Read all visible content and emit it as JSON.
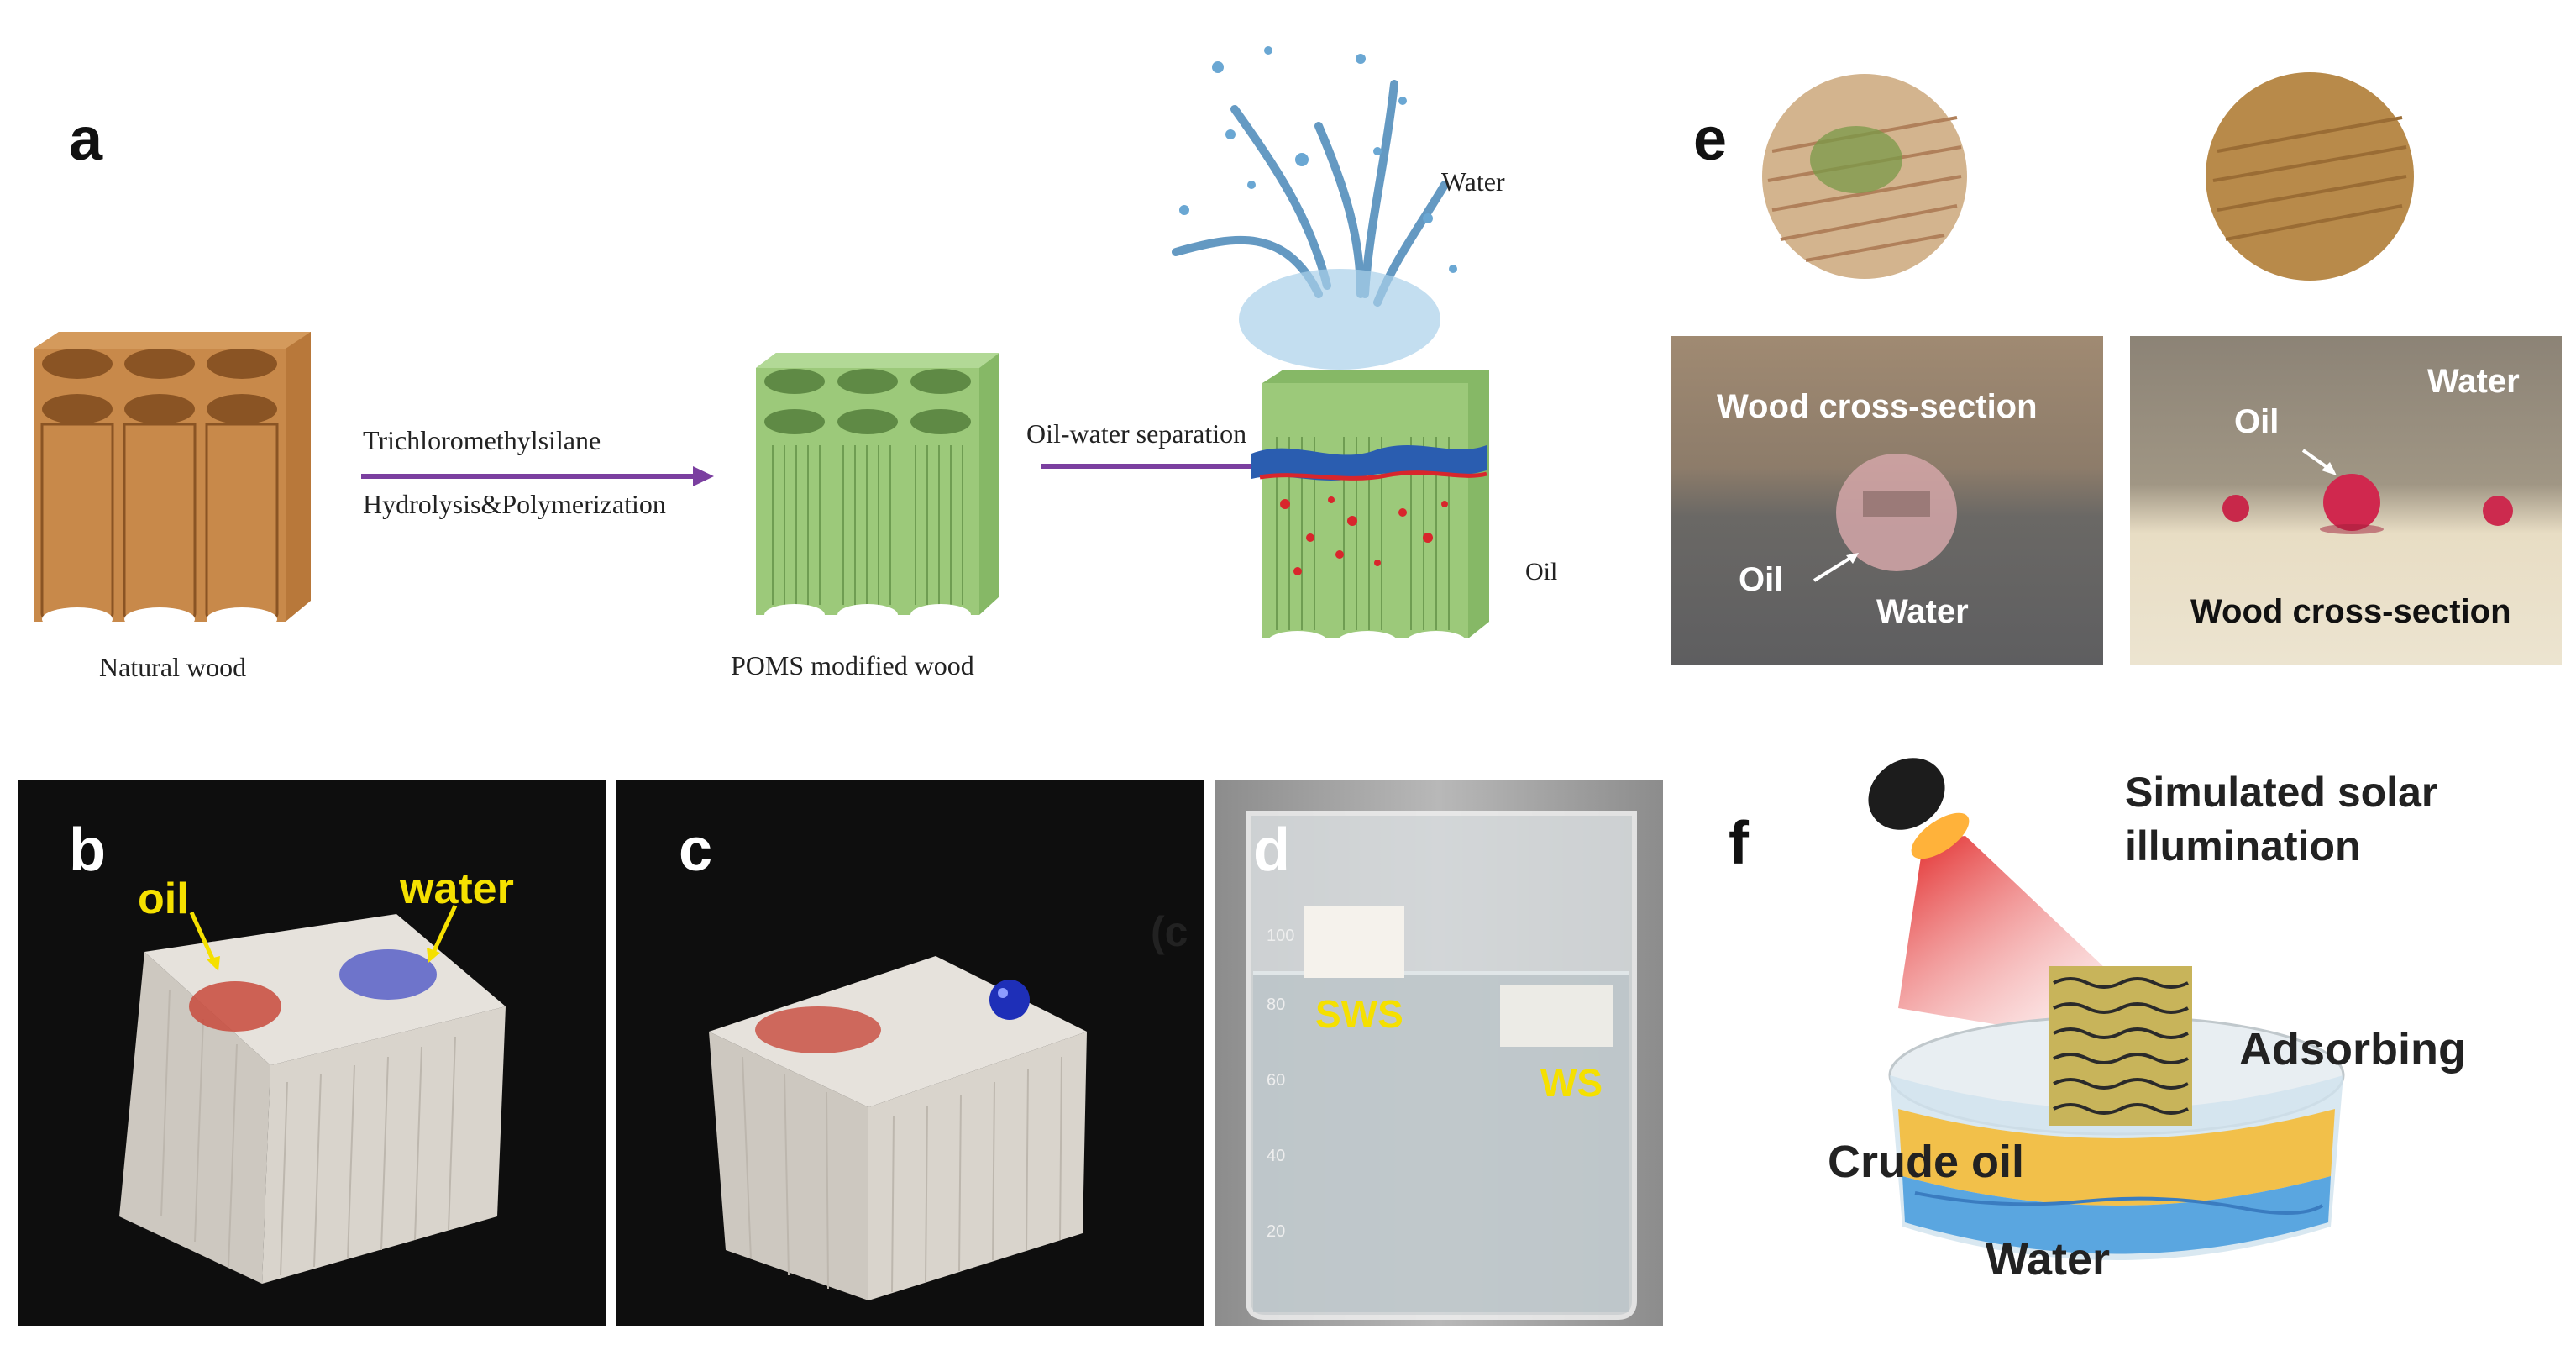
{
  "panel_a": {
    "letter": "a",
    "natural_wood_label": "Natural wood",
    "step1_top": "Trichloromethylsilane",
    "step1_bottom": "Hydrolysis&Polymerization",
    "poms_label": "POMS modified wood",
    "step2_label": "Oil-water separation",
    "water_label": "Water",
    "oil_label": "Oil"
  },
  "panel_b": {
    "letter": "b",
    "oil_label": "oil",
    "water_label": "water"
  },
  "panel_c": {
    "letter": "c",
    "stray_label": "(c"
  },
  "panel_d": {
    "letter": "d",
    "sws_label": "SWS",
    "ws_label": "WS",
    "beaker_marks": [
      "100",
      "80",
      "60",
      "40",
      "20"
    ]
  },
  "panel_e": {
    "letter": "e",
    "left_title": "Wood cross-section",
    "left_oil": "Oil",
    "left_water": "Water",
    "right_water": "Water",
    "right_oil": "Oil",
    "right_title": "Wood cross-section"
  },
  "panel_f": {
    "letter": "f",
    "illum_line1": "Simulated solar",
    "illum_line2": "illumination",
    "adsorbing": "Adsorbing",
    "crude_oil": "Crude oil",
    "water": "Water"
  },
  "colors": {
    "arrow": "#7b3fa0",
    "wood": "#c8894a",
    "poms": "#9cc97a",
    "label_yellow": "#f5e000",
    "photo_dark": "#0e0e0e"
  }
}
